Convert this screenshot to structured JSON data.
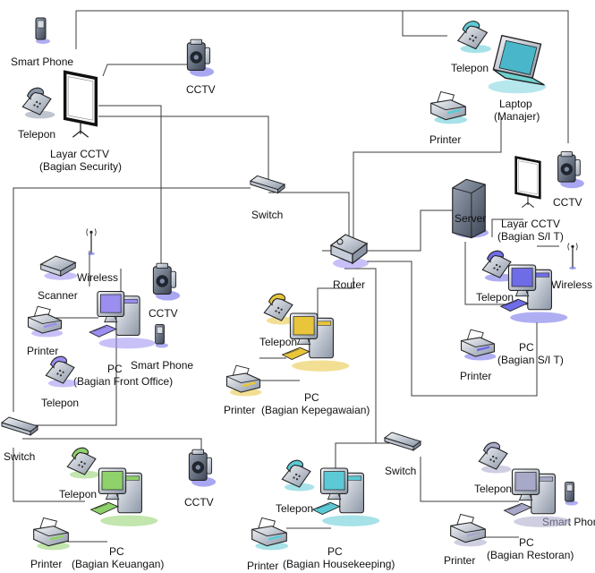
{
  "labels": {
    "smartphone_top": "Smart Phone",
    "telepon_top": "Telepon",
    "layar_cctv_security_1": "Layar CCTV",
    "layar_cctv_security_2": "(Bagian Security)",
    "cctv_top": "CCTV",
    "switch_top": "Switch",
    "router": "Router",
    "server": "Server",
    "telepon_manajer": "Telepon",
    "laptop_1": "Laptop",
    "laptop_2": "(Manajer)",
    "printer_manajer": "Printer",
    "layar_cctv_it_1": "Layar CCTV",
    "layar_cctv_it_2": "(Bagian S/I T)",
    "cctv_it": "CCTV",
    "wireless_right": "Wireless",
    "telepon_it": "Telepon",
    "pc_it_1": "PC",
    "pc_it_2": "(Bagian S/I T)",
    "printer_it": "Printer",
    "scanner": "Scanner",
    "wireless_left": "Wireless",
    "cctv_front": "CCTV",
    "printer_front": "Printer",
    "pc_front_1": "PC",
    "pc_front_2": "(Bagian Front Office)",
    "smartphone_front": "Smart Phone",
    "telepon_front": "Telepon",
    "telepon_kepeg": "Telepon",
    "pc_kepeg_1": "PC",
    "pc_kepeg_2": "(Bagian Kepegawaian)",
    "printer_kepeg": "Printer",
    "switch_left": "Switch",
    "telepon_keu": "Telepon",
    "cctv_bottom": "CCTV",
    "pc_keu_1": "PC",
    "pc_keu_2": "(Bagian Keuangan)",
    "printer_keu": "Printer",
    "switch_mid": "Switch",
    "telepon_hk": "Telepon",
    "pc_hk_1": "PC",
    "pc_hk_2": "(Bagian Housekeeping)",
    "printer_hk": "Printer",
    "telepon_resto": "Telepon",
    "smartphone_resto": "Smart Phone",
    "pc_resto_1": "PC",
    "pc_resto_2": "(Bagian Restoran)",
    "printer_resto": "Printer"
  },
  "colors": {
    "front_office": "#9b8ef0",
    "kepegawaian": "#e8c53a",
    "it": "#6f6ce8",
    "keuangan": "#8fd16a",
    "housekeeping": "#5ccad6",
    "restoran": "#a8a8c8",
    "device_gray": "#8a96a8",
    "line": "#3b3b3b"
  }
}
